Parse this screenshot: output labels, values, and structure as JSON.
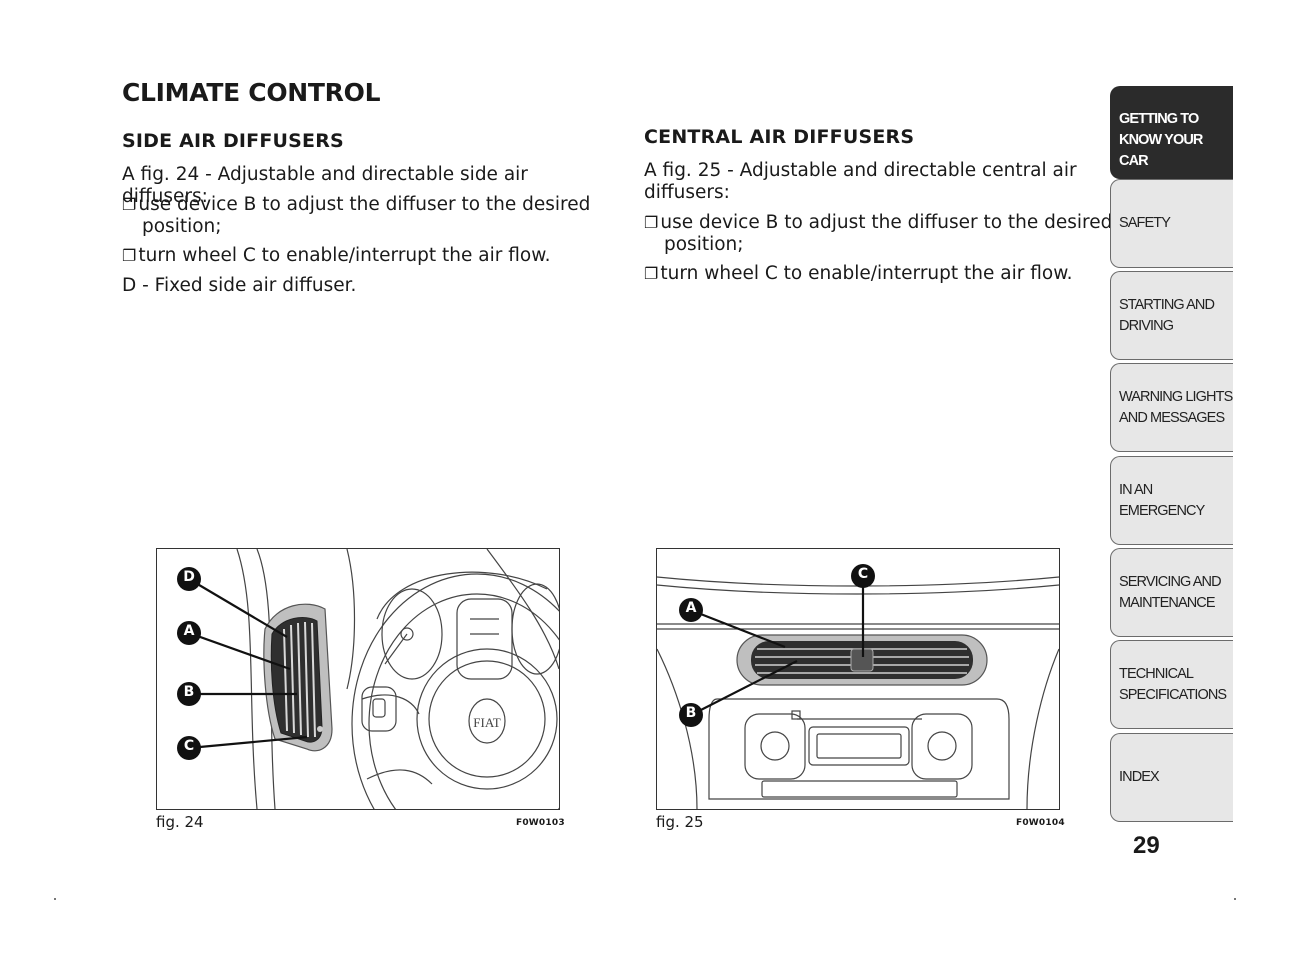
{
  "page": {
    "title": "CLIMATE CONTROL",
    "page_number": "29"
  },
  "left": {
    "heading": "SIDE AIR DIFFUSERS",
    "intro": "A fig. 24 - Adjustable and directable side air diffusers:",
    "bullet1": "use device B to adjust the diffuser to the desired position;",
    "bullet2": "turn wheel C to enable/interrupt the air flow.",
    "note": "D - Fixed side air diffuser.",
    "fig_label": "fig. 24",
    "fig_code": "F0W0103",
    "callouts": [
      "D",
      "A",
      "B",
      "C"
    ]
  },
  "right": {
    "heading": "CENTRAL AIR DIFFUSERS",
    "intro": "A fig. 25 - Adjustable and directable central air diffusers:",
    "bullet1": "use device B to adjust the diffuser to the desired position;",
    "bullet2": "turn wheel C to enable/interrupt the air flow.",
    "fig_label": "fig. 25",
    "fig_code": "F0W0104",
    "callouts": [
      "C",
      "A",
      "B"
    ]
  },
  "bullet_glyph": "❐",
  "tabs": [
    {
      "label": "GETTING TO\nKNOW YOUR CAR",
      "active": true
    },
    {
      "label": "SAFETY",
      "active": false
    },
    {
      "label": "STARTING AND\nDRIVING",
      "active": false
    },
    {
      "label": "WARNING LIGHTS\nAND MESSAGES",
      "active": false
    },
    {
      "label": "IN AN EMERGENCY",
      "active": false
    },
    {
      "label": "SERVICING AND\nMAINTENANCE",
      "active": false
    },
    {
      "label": "TECHNICAL\nSPECIFICATIONS",
      "active": false
    },
    {
      "label": "INDEX",
      "active": false
    }
  ],
  "colors": {
    "active_tab": "#2b2b2b",
    "tab": "#e7e7e7"
  },
  "brand_logo_text": "FIAT"
}
